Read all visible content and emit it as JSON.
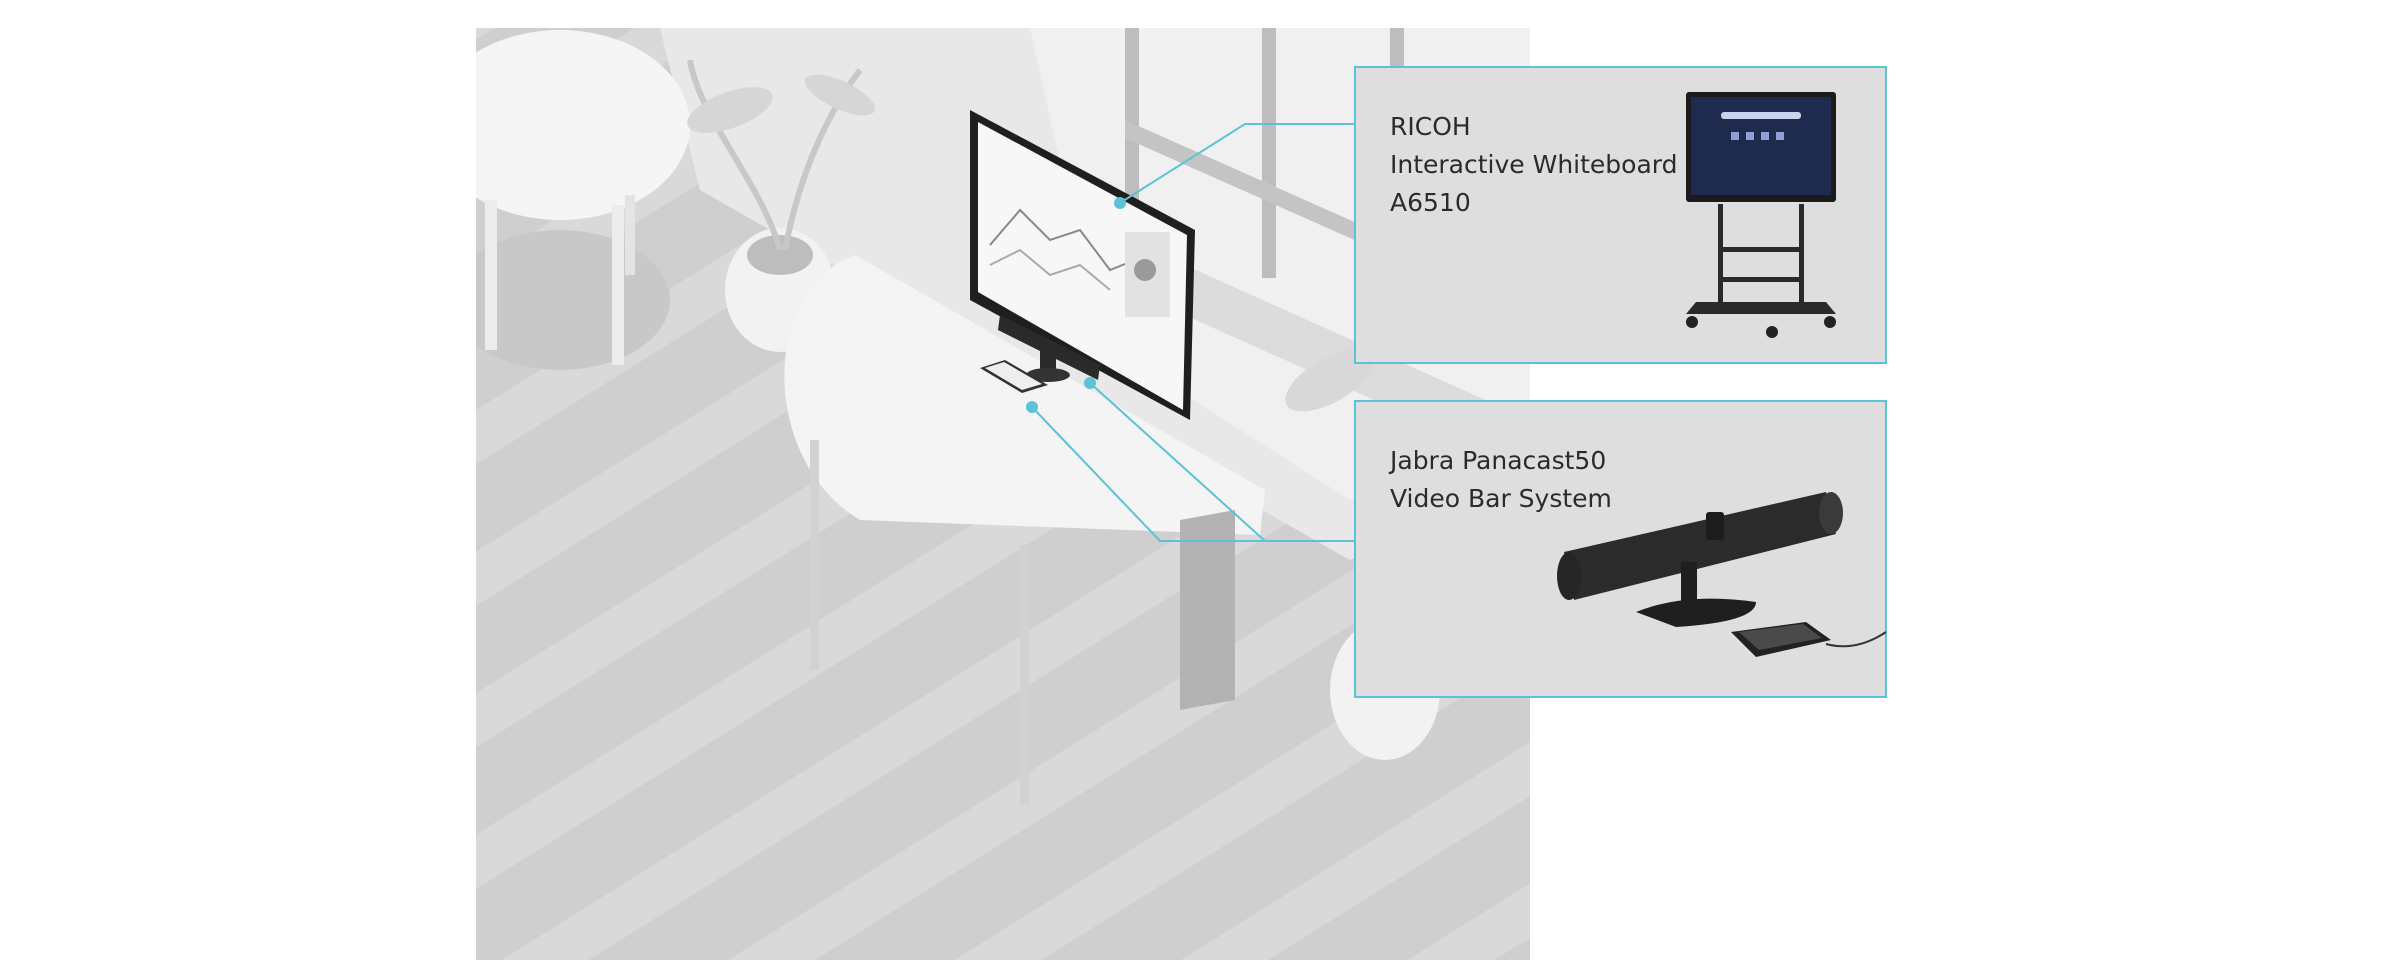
{
  "colors": {
    "accent": "#5bc3d6",
    "callout_bg": "#dedede",
    "scene_bg": "#cfcfcf",
    "device_dark": "#2a2a2a"
  },
  "callouts": [
    {
      "id": "whiteboard",
      "lines": [
        "RICOH",
        "Interactive Whiteboard",
        "A6510"
      ],
      "icon": "whiteboard-on-stand"
    },
    {
      "id": "videobar",
      "lines": [
        "Jabra Panacast50",
        "Video Bar System"
      ],
      "icon": "video-bar-with-tablet"
    }
  ]
}
